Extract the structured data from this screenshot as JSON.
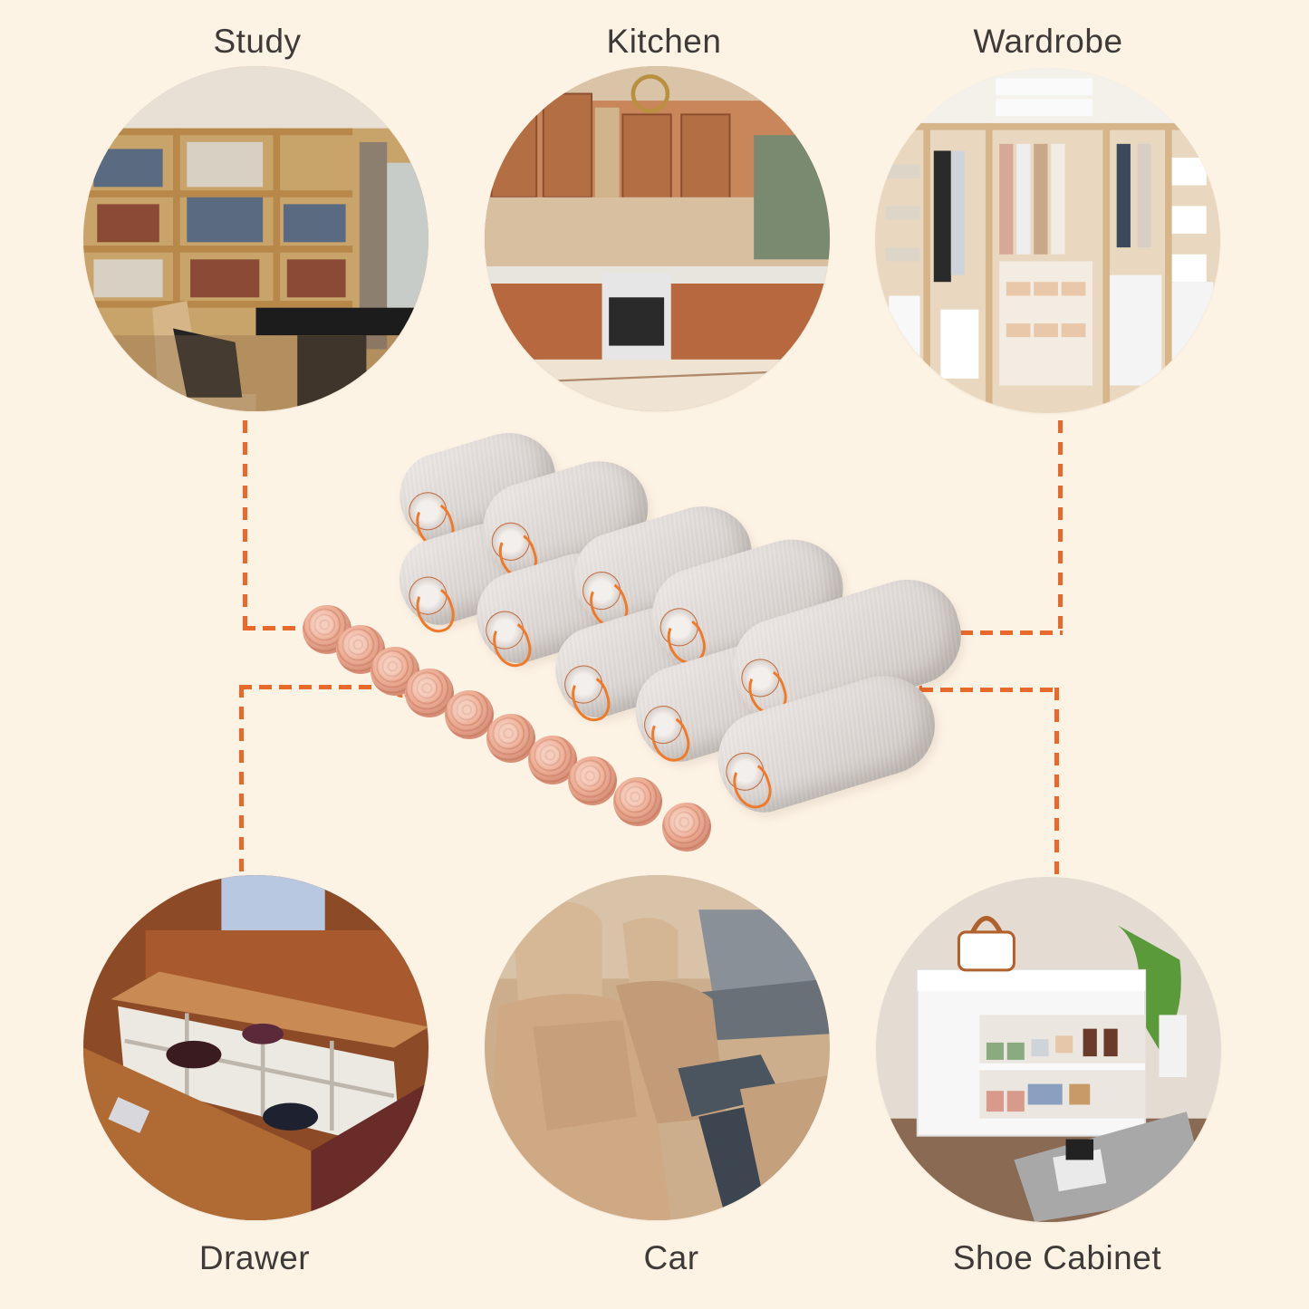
{
  "theme": {
    "background": "#fdf3e5",
    "label_color": "#3d3a37",
    "connector_color": "#e8692a"
  },
  "locations": [
    {
      "id": "study",
      "label": "Study",
      "position": "top-left",
      "scene": "bookshelf-study-room"
    },
    {
      "id": "kitchen",
      "label": "Kitchen",
      "position": "top-center",
      "scene": "wooden-kitchen-cabinets"
    },
    {
      "id": "wardrobe",
      "label": "Wardrobe",
      "position": "top-right",
      "scene": "open-wardrobe-closet"
    },
    {
      "id": "drawer",
      "label": "Drawer",
      "position": "bottom-left",
      "scene": "wooden-drawer-organizer"
    },
    {
      "id": "car",
      "label": "Car",
      "position": "bottom-center",
      "scene": "car-leather-seats"
    },
    {
      "id": "shoe_cabinet",
      "label": "Shoe Cabinet",
      "position": "bottom-right",
      "scene": "white-shoe-bench"
    }
  ],
  "product": {
    "sachet_count": 10,
    "bead_count": 10,
    "sachet_string_color": "#ee7a2a",
    "bead_color": "#e9a88e"
  }
}
